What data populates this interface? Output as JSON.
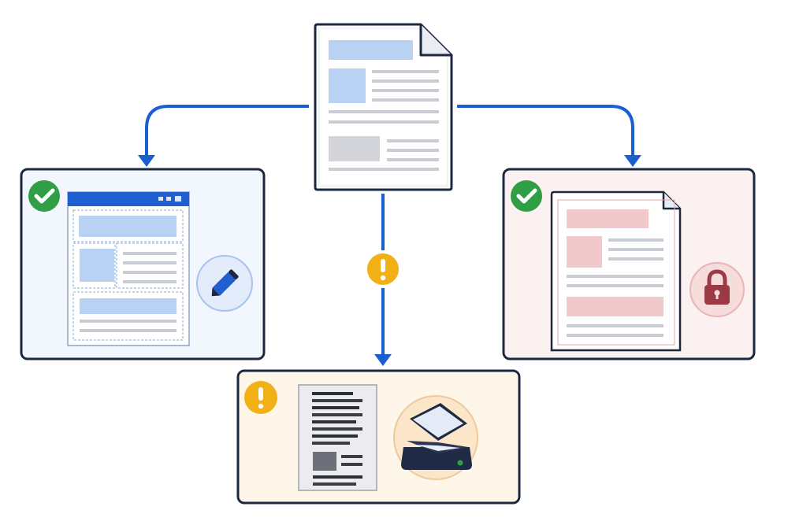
{
  "colors": {
    "outline": "#1c2740",
    "arrow": "#1a5fd0",
    "success": "#2f9e44",
    "warning": "#f2b017",
    "panel_left_bg": "#f2f6fd",
    "panel_right_bg": "#fcf1f1",
    "panel_bottom_bg": "#fdf6e9",
    "blue_block": "#b9d1f3",
    "gray_line": "#c9ccd2",
    "pink_block": "#f2c9cb",
    "lock": "#9b3a45",
    "toolbar_blue": "#1f5fcf",
    "scanner_body": "#202a44"
  },
  "nodes": {
    "source": {
      "icon": "document-icon"
    },
    "editable": {
      "status": "success",
      "status_icon": "check-circle-icon",
      "tool_icon": "pencil-icon"
    },
    "scanned": {
      "status": "warning",
      "status_icon": "warning-circle-icon",
      "tool_icon": "scanner-icon"
    },
    "protected": {
      "status": "success",
      "status_icon": "check-circle-icon",
      "tool_icon": "lock-icon"
    }
  },
  "flows": [
    {
      "from": "source",
      "to": "editable"
    },
    {
      "from": "source",
      "to": "scanned",
      "status": "warning"
    },
    {
      "from": "source",
      "to": "protected"
    }
  ]
}
